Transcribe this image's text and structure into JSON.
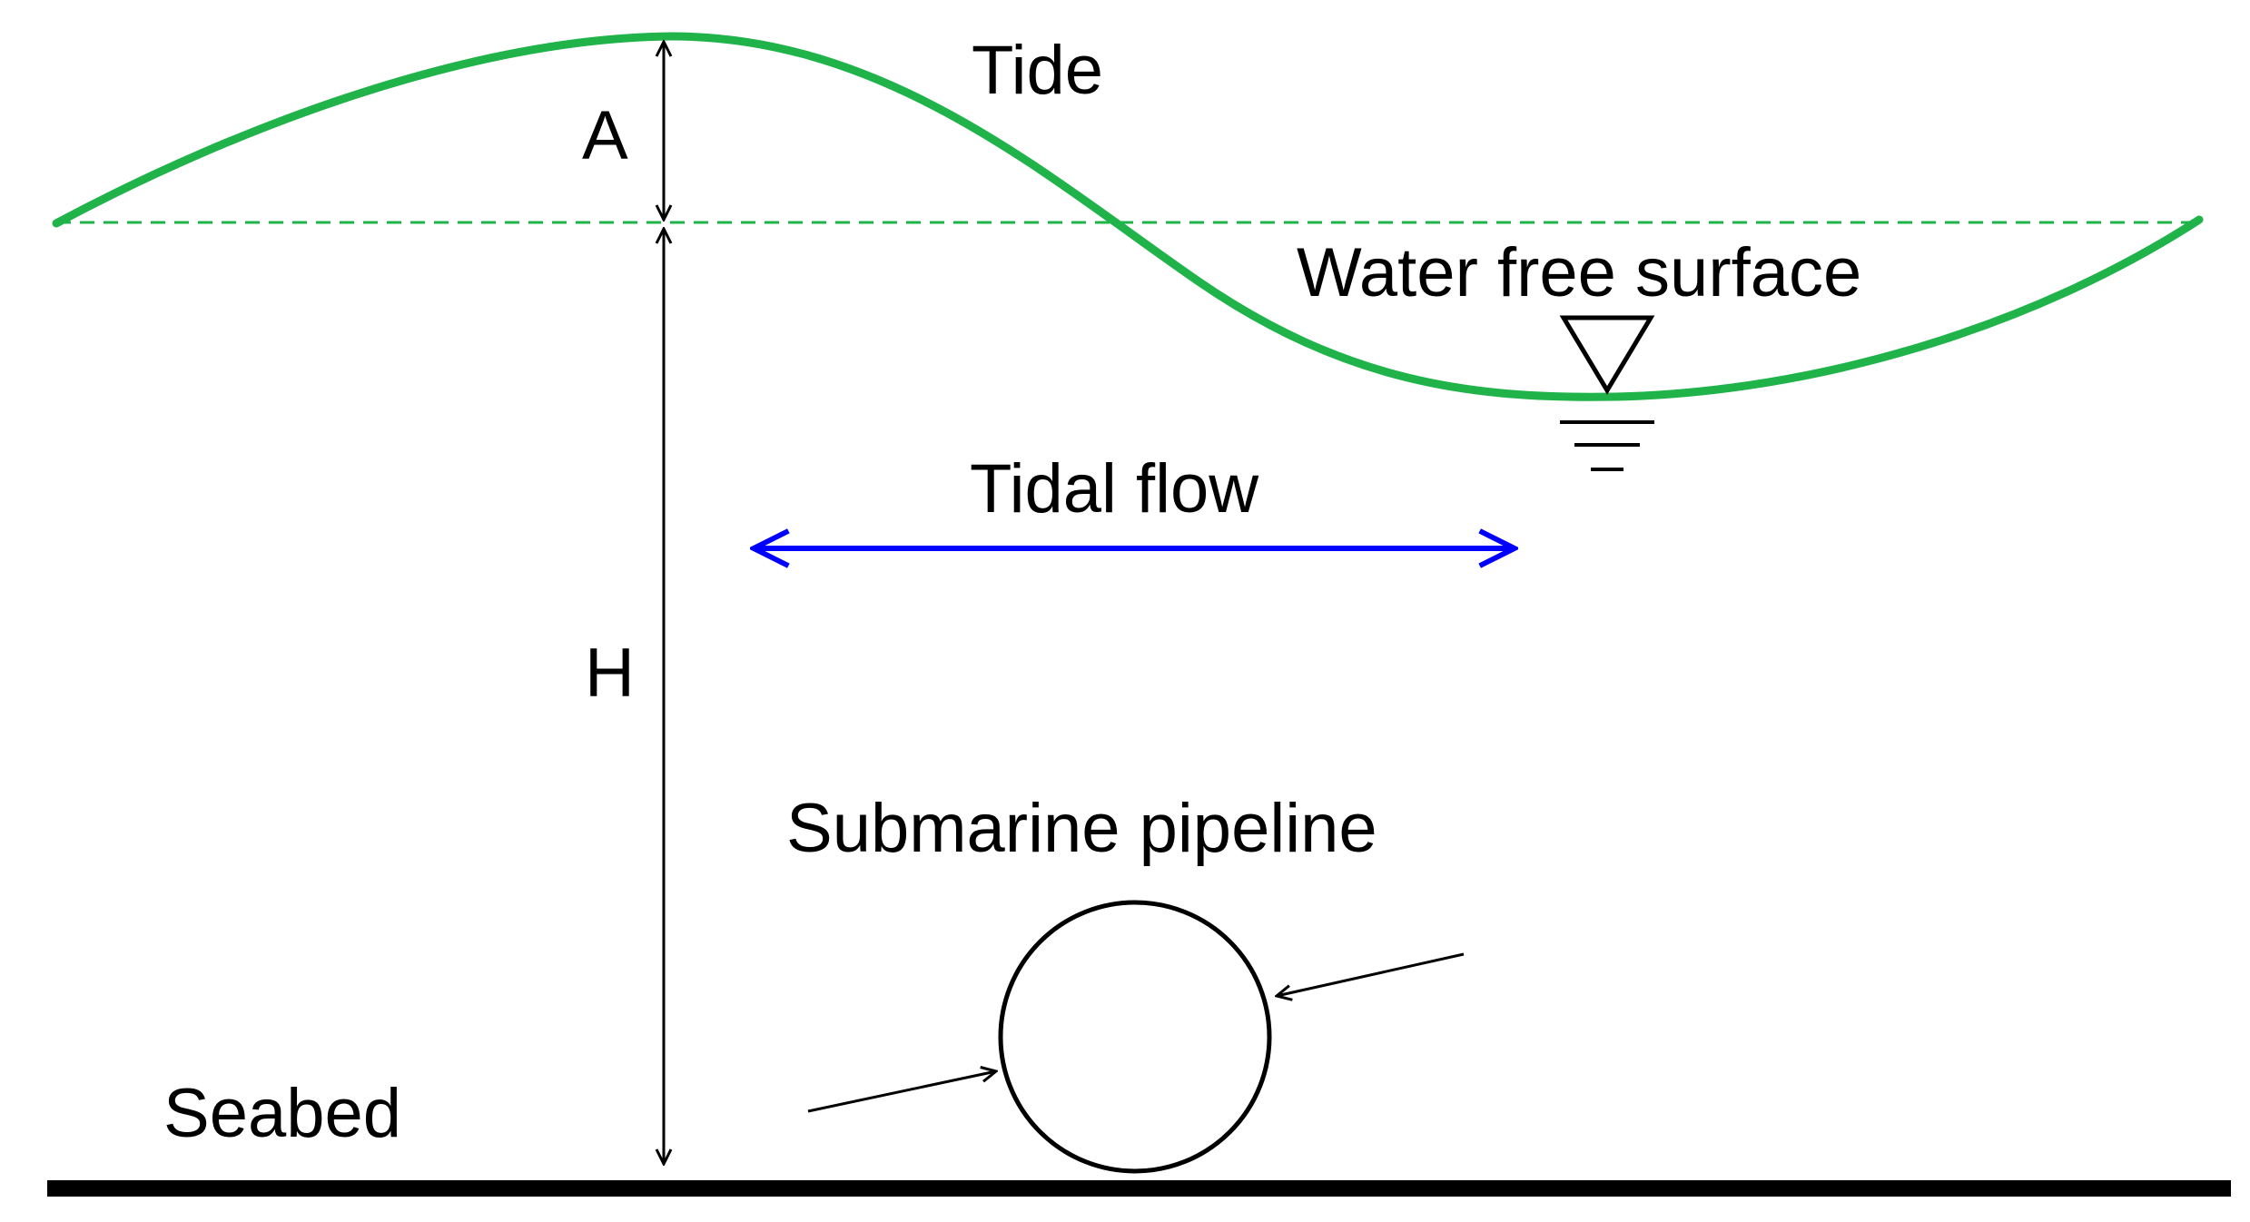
{
  "labels": {
    "tide": "Tide",
    "amplitude": "A",
    "water_free_surface": "Water free surface",
    "tidal_flow": "Tidal flow",
    "depth": "H",
    "submarine_pipeline": "Submarine pipeline",
    "seabed": "Seabed"
  },
  "colors": {
    "tide_curve": "#1fb34a",
    "mean_level_dashed": "#1fb34a",
    "tidal_flow_arrow": "#0000ff",
    "lines": "#000000",
    "background": "#ffffff"
  },
  "icons": {
    "water_level_marker": "inverted-triangle-with-level-lines",
    "pipeline": "circle"
  }
}
